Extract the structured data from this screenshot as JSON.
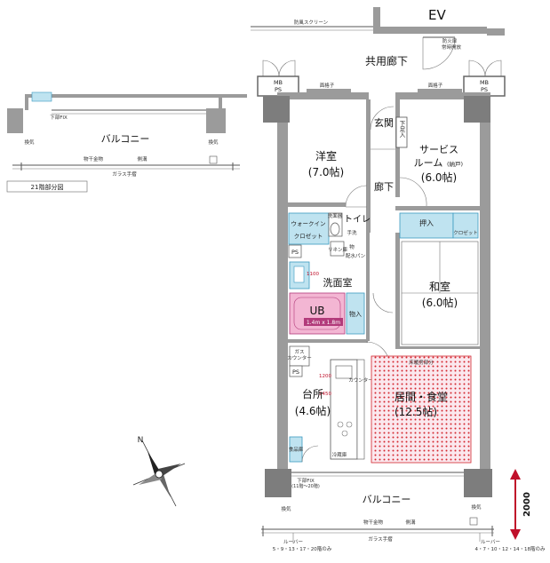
{
  "labels": {
    "ev": "EV",
    "bouhan_screen": "防風スクリーン",
    "kyoyo_roka": "共用廊下",
    "bouka_door": "防火扉",
    "bouka_door_note": "常時開放",
    "mb_ps_left_mb": "MB",
    "mb_ps_left_ps": "PS",
    "mb_ps_right_mb": "MB",
    "mb_ps_right_ps": "PS",
    "mengoshi_left": "面格子",
    "mengoshi_right": "面格子",
    "yoshitsu": "洋室",
    "yoshitsu_size": "(7.0帖)",
    "genkan": "玄関",
    "getabako": "下足入",
    "service_room": "サービス",
    "service_room2": "ルーム",
    "service_room_sub": "(納戸)",
    "service_room_size": "(6.0帖)",
    "roka": "廊下",
    "walkin": "ウォークイン",
    "closet": "クロゼット",
    "ryoukihou": "洗面器",
    "toilet": "トイレ",
    "tedana": "手洗",
    "linen": "リネン庫",
    "mono": "物",
    "haikan": "配水パン",
    "oshiire": "押入",
    "closet2": "クロゼット",
    "ps1": "PS",
    "senmenshitsu": "洗面室",
    "dim_1100": "1100",
    "ub": "UB",
    "ub_size": "1.4m x 1.8m",
    "mono_ire": "物入",
    "washitsu": "和室",
    "washitsu_size": "(6.0帖)",
    "gas_counter": "ガス",
    "gas_counter2": "カウンター",
    "ps2": "PS",
    "yukadanbou": "床暖房部分",
    "counter": "カウンター",
    "dim_1200": "1200",
    "dim_2450": "2450",
    "daidokoro": "台所",
    "daidokoro_size": "(4.6帖)",
    "living": "居間・食堂",
    "living_size": "(12.5帖)",
    "shokuhinko": "食品庫",
    "reizouko": "冷蔵庫",
    "geta_fix": "下部FIX",
    "geta_fix_note": "(11階〜20階)",
    "balcony": "バルコニー",
    "kanki_left": "換気",
    "kanki_right": "換気",
    "monohoshi": "物干金物",
    "sokko": "側溝",
    "glass_tesuri": "ガラス手摺",
    "louver_left": "ルーバー",
    "louver_left_floors": "5・9・13・17・20階のみ",
    "louver_right": "ルーバー",
    "louver_right_floors": "4・7・10・12・14・18階のみ",
    "dim_2000": "2000",
    "inset_geta_fix": "下部FIX",
    "inset_balcony": "バルコニー",
    "inset_kanki_left": "換気",
    "inset_kanki_right": "換気",
    "inset_monohoshi": "物干金物",
    "inset_sokko": "側溝",
    "inset_glass": "ガラス手摺",
    "inset_caption": "21階部分図",
    "compass_n": "N"
  },
  "colors": {
    "storage_fill": "#bfe3f0",
    "bath_fill": "#f3b6d3",
    "floor_heating": "#d3262e",
    "wall": "#9b9b9b",
    "dim_arrow": "#c0102a"
  }
}
